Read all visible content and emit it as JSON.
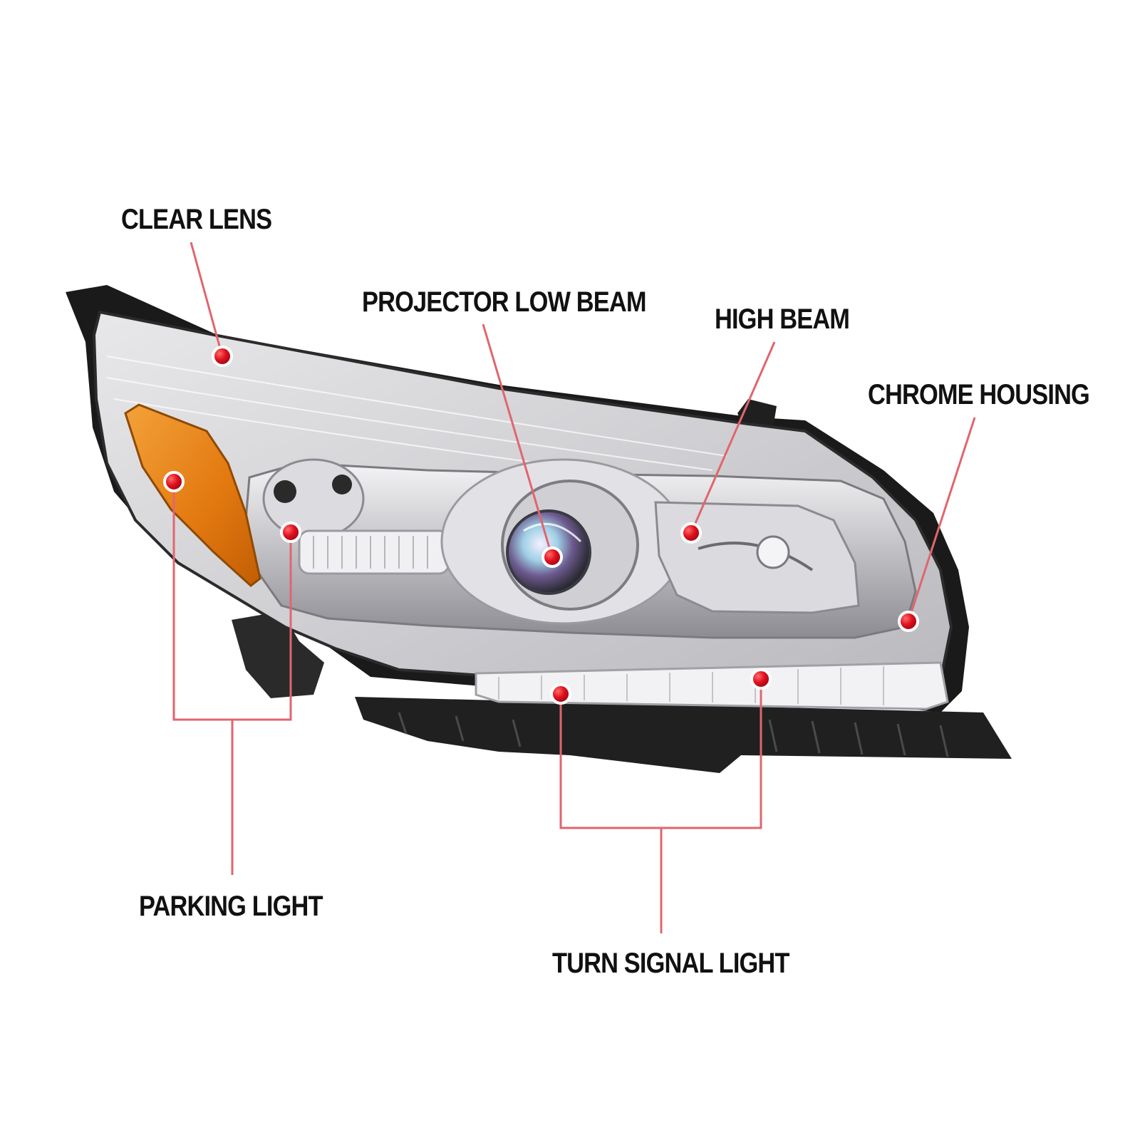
{
  "labels": {
    "clear_lens": "CLEAR LENS",
    "projector_low_beam": "PROJECTOR LOW BEAM",
    "high_beam": "HIGH BEAM",
    "chrome_housing": "CHROME HOUSING",
    "parking_light": "PARKING LIGHT",
    "turn_signal_light": "TURN SIGNAL LIGHT"
  },
  "colors": {
    "callout_line": "#e0666e",
    "marker_red": "#e0101e",
    "housing_black": "#1a1a1a",
    "chrome": "#c9c9cc",
    "amber": "#e2780f"
  }
}
